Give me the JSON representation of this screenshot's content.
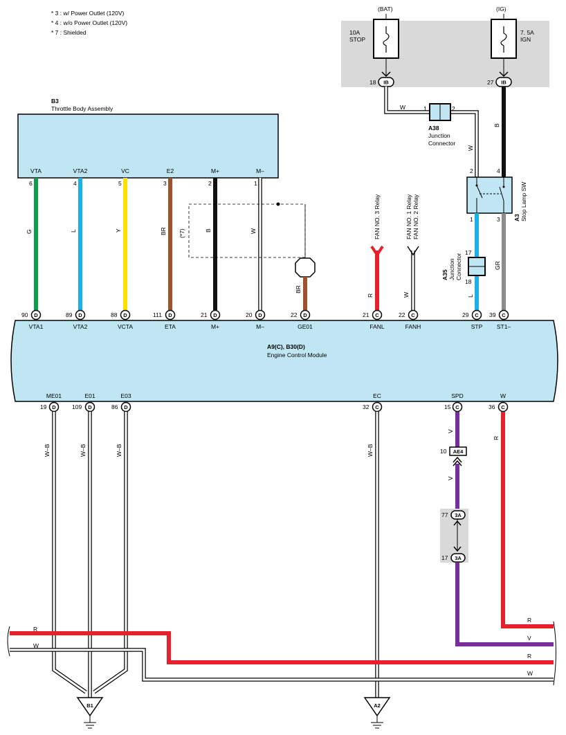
{
  "notes": [
    "* 3 : w/ Power Outlet (120V)",
    "* 4 : w/o Power Outlet (120V)",
    "* 7 : Shielded"
  ],
  "fuse_box": {
    "bat_label": "(BAT)",
    "ig_label": "(IG)",
    "fuse1_rating": "10A",
    "fuse1_name": "STOP",
    "fuse2_rating": "7. 5A",
    "fuse2_name": "IGN",
    "conn1_pin": "18",
    "conn1_id": "IB",
    "conn2_pin": "27",
    "conn2_id": "IB"
  },
  "throttle": {
    "code": "B3",
    "name": "Throttle Body Assembly",
    "pins": [
      {
        "label": "VTA",
        "num": "6",
        "color": "G"
      },
      {
        "label": "VTA2",
        "num": "4",
        "color": "L"
      },
      {
        "label": "VC",
        "num": "5",
        "color": "Y"
      },
      {
        "label": "E2",
        "num": "3",
        "color": "BR"
      },
      {
        "label": "M+",
        "num": "2",
        "color": "B"
      },
      {
        "label": "M–",
        "num": "1",
        "color": "W"
      }
    ],
    "shield_note": "(*7)",
    "shield_wire": "BR"
  },
  "junction_a38": {
    "code": "A38",
    "l1": "Junction",
    "l2": "Connector",
    "pin1": "1",
    "pin2": "2",
    "wire_in": "W",
    "wire_out": "W",
    "wire_b": "B"
  },
  "stop_lamp": {
    "code": "A3",
    "name": "Stop Lamp SW",
    "pin_tl": "2",
    "pin_tr": "4",
    "pin_bl": "1",
    "pin_br": "3",
    "wire_gr": "GR"
  },
  "junction_a35": {
    "code": "A35",
    "l1": "Junction",
    "l2": "Connector",
    "pin_top": "17",
    "pin_bot": "18",
    "wire": "L"
  },
  "fan": {
    "relay3": "FAN NO. 3 Relay",
    "relay1": "FAN NO. 1 Relay",
    "relay2": "FAN NO. 2 Relay",
    "wire_r": "R",
    "wire_w": "W"
  },
  "ecm": {
    "title": "A9(C), B30(D)",
    "name": "Engine Control Module",
    "top_terms": [
      {
        "num": "90",
        "conn": "D",
        "label": "VTA1"
      },
      {
        "num": "89",
        "conn": "D",
        "label": "VTA2"
      },
      {
        "num": "88",
        "conn": "D",
        "label": "VCTA"
      },
      {
        "num": "111",
        "conn": "D",
        "label": "ETA"
      },
      {
        "num": "21",
        "conn": "D",
        "label": "M+"
      },
      {
        "num": "20",
        "conn": "D",
        "label": "M–"
      },
      {
        "num": "22",
        "conn": "D",
        "label": "GE01"
      },
      {
        "num": "21",
        "conn": "C",
        "label": "FANL"
      },
      {
        "num": "22",
        "conn": "C",
        "label": "FANH"
      },
      {
        "num": "29",
        "conn": "C",
        "label": "STP"
      },
      {
        "num": "39",
        "conn": "C",
        "label": "ST1–"
      }
    ],
    "bottom_terms": [
      {
        "num": "19",
        "conn": "D",
        "label": "ME01"
      },
      {
        "num": "109",
        "conn": "D",
        "label": "E01"
      },
      {
        "num": "86",
        "conn": "D",
        "label": "E03"
      },
      {
        "num": "32",
        "conn": "C",
        "label": "EC"
      },
      {
        "num": "15",
        "conn": "C",
        "label": "SPD"
      },
      {
        "num": "36",
        "conn": "C",
        "label": "W"
      }
    ]
  },
  "bottom": {
    "wire_wb": "W–B",
    "wire_v": "V",
    "wire_r": "R",
    "wire_w": "W",
    "ae4_pin": "10",
    "ae4_id": "AE4",
    "c3a_top_pin": "77",
    "c3a_top_id": "3A",
    "c3a_bot_pin": "17",
    "c3a_bot_id": "3A",
    "ground1": "B1",
    "ground2": "A2"
  },
  "colors": {
    "green": "#0aa04a",
    "blue": "#1ab0e8",
    "yellow": "#ffe000",
    "brown": "#a0522d",
    "black": "#111111",
    "red": "#e8202a",
    "purple": "#7a2e9a",
    "gray": "#8c8c8c",
    "module": "#bfe6f2",
    "fusebox": "#d9d9d9"
  }
}
